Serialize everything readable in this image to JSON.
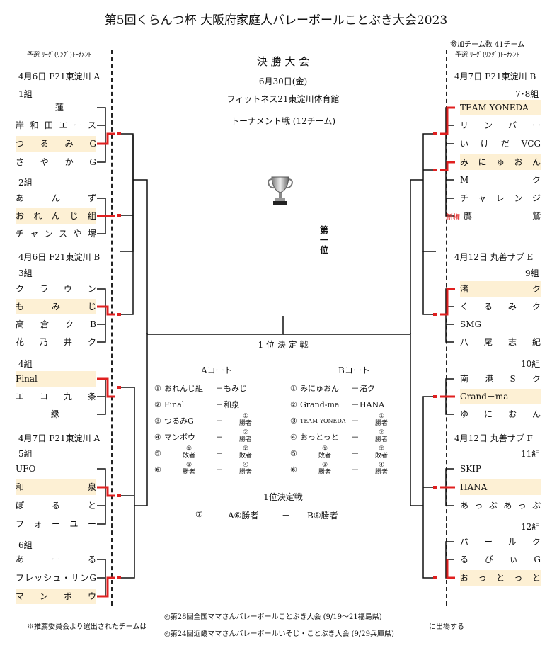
{
  "header": {
    "title": "第5回くらんつ杯 大阪府家庭人バレーボールことぶき大会2023",
    "participants": "参加チーム数 41チーム",
    "prelim_left": "予選 ﾘｰｸﾞ(ﾘﾝｸﾞ)ﾄｰﾅﾒﾝﾄ",
    "prelim_right": "予選 ﾘｰｸﾞ(ﾘﾝｸﾞ)ﾄｰﾅﾒﾝﾄ"
  },
  "center": {
    "final_title": "決 勝 大 会",
    "date": "6月30日(金)",
    "venue": "フィットネス21東淀川体育館",
    "format": "トーナメント戦 (12チーム)",
    "first_place": "第一位",
    "decider": "1 位 決 定 戦"
  },
  "left": {
    "venues": [
      "4月6日 F21東淀川 A",
      "4月6日 F21東淀川 B",
      "4月7日 F21東淀川 A"
    ],
    "groups": [
      {
        "label": "1組",
        "teams": [
          {
            "name": "蓮",
            "hl": false
          },
          {
            "name": "岸和田エース",
            "hl": false
          },
          {
            "name": "つるみG",
            "hl": true
          },
          {
            "name": "さやかG",
            "hl": false
          }
        ]
      },
      {
        "label": "2組",
        "teams": [
          {
            "name": "あんず",
            "hl": false
          },
          {
            "name": "おれんじ組",
            "hl": true
          },
          {
            "name": "チャンスや堺",
            "hl": false
          }
        ]
      },
      {
        "label": "3組",
        "teams": [
          {
            "name": "クラウン",
            "hl": false
          },
          {
            "name": "もみじ",
            "hl": true
          },
          {
            "name": "高倉クB",
            "hl": false
          },
          {
            "name": "花乃井ク",
            "hl": false
          }
        ]
      },
      {
        "label": "4組",
        "teams": [
          {
            "name": "Final",
            "hl": true
          },
          {
            "name": "エコ九条",
            "hl": false
          },
          {
            "name": "縁",
            "hl": false
          }
        ]
      },
      {
        "label": "5組",
        "teams": [
          {
            "name": "UFO",
            "hl": false
          },
          {
            "name": "和泉",
            "hl": true
          },
          {
            "name": "ぽると",
            "hl": false
          },
          {
            "name": "フォーユー",
            "hl": false
          }
        ]
      },
      {
        "label": "6組",
        "teams": [
          {
            "name": "あーる",
            "hl": false
          },
          {
            "name": "フレッシュ・サンG",
            "hl": false
          },
          {
            "name": "マンボウ",
            "hl": true
          }
        ]
      }
    ]
  },
  "right": {
    "venues": [
      "4月7日 F21東淀川 B",
      "4月12日 丸善サブ E",
      "4月12日 丸善サブ F"
    ],
    "new_mark": "新権",
    "groups": [
      {
        "label": "7･8組",
        "teams": [
          {
            "name": "TEAM YONEDA",
            "hl": true
          },
          {
            "name": "リンバー",
            "hl": false
          },
          {
            "name": "いけだVCG",
            "hl": false
          },
          {
            "name": "みにゅおん",
            "hl": true
          },
          {
            "name": "Mク",
            "hl": false
          },
          {
            "name": "チャレンジ",
            "hl": false
          },
          {
            "name": "鷹鷲",
            "hl": false
          }
        ]
      },
      {
        "label": "9組",
        "teams": [
          {
            "name": "渚ク",
            "hl": true
          },
          {
            "name": "くるみク",
            "hl": false
          },
          {
            "name": "SMG",
            "hl": false
          },
          {
            "name": "八尾志紀",
            "hl": false
          }
        ]
      },
      {
        "label": "10組",
        "teams": [
          {
            "name": "南港Sク",
            "hl": false
          },
          {
            "name": "Grand－ma",
            "hl": true
          },
          {
            "name": "ゆにおん",
            "hl": false
          }
        ]
      },
      {
        "label": "11組",
        "teams": [
          {
            "name": "SKIP",
            "hl": false
          },
          {
            "name": "HANA",
            "hl": true
          },
          {
            "name": "あっぷあっぷ",
            "hl": false
          }
        ]
      },
      {
        "label": "12組",
        "teams": [
          {
            "name": "パールク",
            "hl": false
          },
          {
            "name": "るびぃG",
            "hl": false
          },
          {
            "name": "おっとっと",
            "hl": true
          }
        ]
      }
    ]
  },
  "courts": {
    "a_title": "Aコート",
    "b_title": "Bコート",
    "a_rows": [
      {
        "no": "①",
        "t1": "おれんじ組",
        "dash": "－",
        "t2": "もみじ"
      },
      {
        "no": "②",
        "t1": "Final",
        "dash": "－",
        "t2": "和泉"
      },
      {
        "no": "③",
        "t1": "つるみG",
        "dash": "－",
        "t2": "①\n勝者"
      },
      {
        "no": "④",
        "t1": "マンボウ",
        "dash": "－",
        "t2": "②\n勝者"
      },
      {
        "no": "⑤",
        "t1": "①\n敗者",
        "dash": "－",
        "t2": "②\n敗者"
      },
      {
        "no": "⑥",
        "t1": "③\n勝者",
        "dash": "－",
        "t2": "④\n勝者"
      }
    ],
    "b_rows": [
      {
        "no": "①",
        "t1": "みにゅおん",
        "dash": "－",
        "t2": "渚ク"
      },
      {
        "no": "②",
        "t1": "Grand-ma",
        "dash": "－",
        "t2": "HANA"
      },
      {
        "no": "③",
        "t1": "TEAM YONEDA",
        "dash": "－",
        "t2": "①\n勝者"
      },
      {
        "no": "④",
        "t1": "おっとっと",
        "dash": "－",
        "t2": "②\n勝者"
      },
      {
        "no": "⑤",
        "t1": "①\n敗者",
        "dash": "－",
        "t2": "②\n敗者"
      },
      {
        "no": "⑥",
        "t1": "③\n勝者",
        "dash": "－",
        "t2": "④\n勝者"
      }
    ],
    "final_title": "1位決定戦",
    "final_row": {
      "no": "⑦",
      "a": "A⑥勝者",
      "dash": "－",
      "b": "B⑥勝者"
    }
  },
  "footer": {
    "note": "※推薦委員会より選出されたチームは",
    "event1": "◎第28回全国ママさんバレーボールことぶき大会 (9/19～21福島県)",
    "event2": "◎第24回近畿ママさんバレーボールいそじ・ことぶき大会 (9/29兵庫県)",
    "suffix": "に出場する"
  }
}
